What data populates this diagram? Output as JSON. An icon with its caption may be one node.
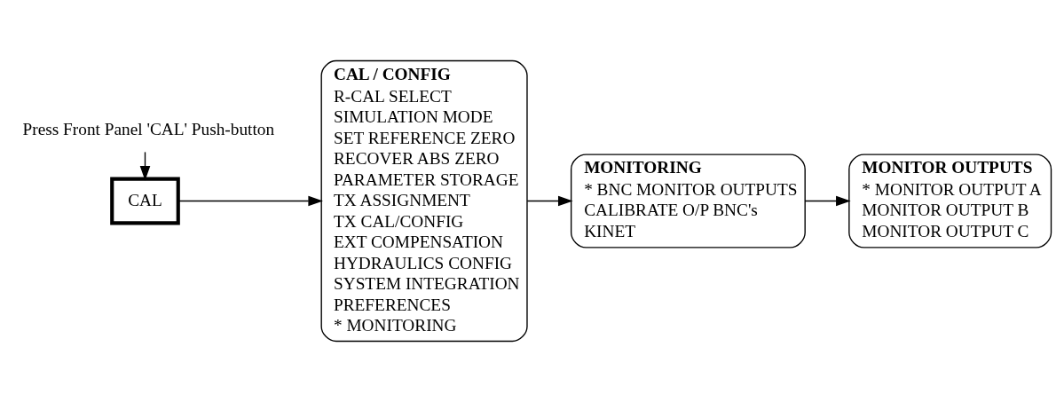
{
  "diagram": {
    "nodes": [
      {
        "text": [
          "Press Front Panel 'CAL' Push-button"
        ]
      },
      {
        "text": [
          "CAL"
        ]
      },
      {
        "text": [
          "CAL / CONFIG",
          "R-CAL SELECT",
          "SIMULATION MODE",
          "SET REFERENCE ZERO",
          "RECOVER ABS ZERO",
          "PARAMETER STORAGE",
          "TX ASSIGNMENT",
          "TX CAL/CONFIG",
          "EXT COMPENSATION",
          "HYDRAULICS CONFIG",
          "SYSTEM INTEGRATION",
          "PREFERENCES",
          "* MONITORING"
        ]
      },
      {
        "text": [
          "MONITORING",
          "* BNC MONITOR OUTPUTS",
          "CALIBRATE O/P BNC's",
          "KINET"
        ]
      },
      {
        "text": [
          "MONITOR OUTPUTS",
          "* MONITOR OUTPUT A",
          "MONITOR OUTPUT B",
          "MONITOR OUTPUT C"
        ]
      }
    ],
    "edges": [
      {
        "from": 0,
        "to": 1,
        "arrow": "to"
      },
      {
        "from": 1,
        "to": 2,
        "arrow": "to"
      },
      {
        "from": 2,
        "to": 3,
        "arrow": "to"
      },
      {
        "from": 3,
        "to": 4,
        "arrow": "to"
      }
    ]
  }
}
